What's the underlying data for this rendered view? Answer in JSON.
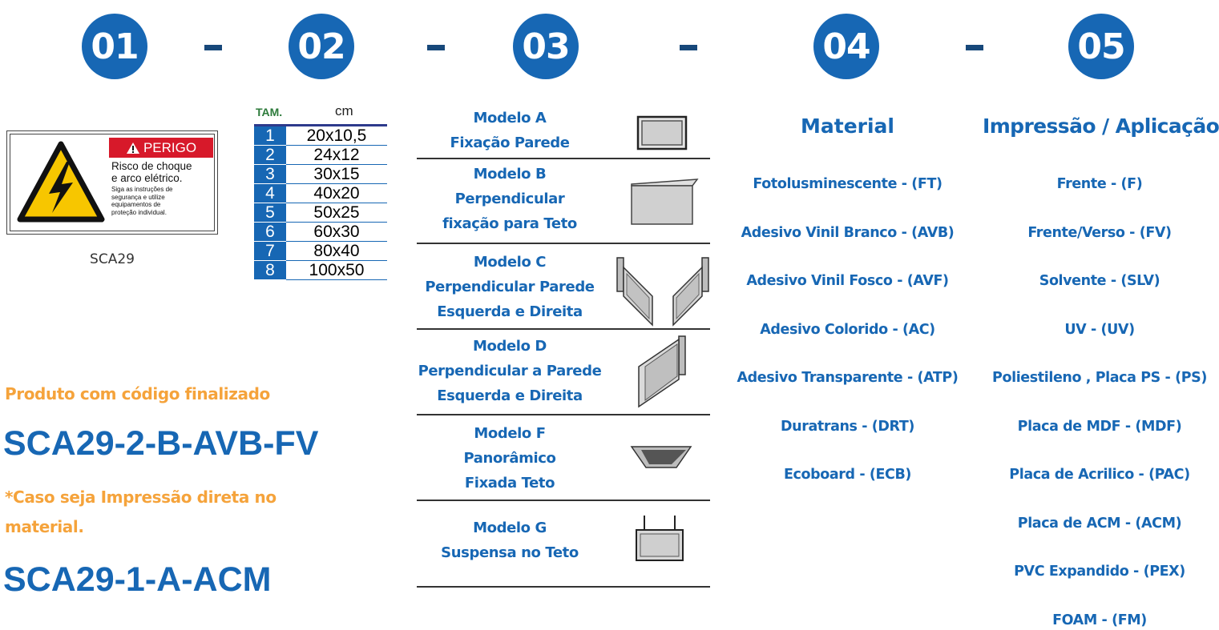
{
  "steps": [
    "01",
    "02",
    "03",
    "04",
    "05"
  ],
  "separator": "-",
  "sign": {
    "header": "PERIGO",
    "line1": "Risco de choque",
    "line2": "e arco elétrico.",
    "small1": "Siga as instruções de",
    "small2": "segurança e utilize",
    "small3": "equipamentos de",
    "small4": "proteção individual.",
    "code": "SCA29",
    "colors": {
      "red": "#d7192a",
      "yellow": "#f7c600",
      "accent": "#1767b4"
    }
  },
  "sizes": {
    "header_tam": "TAM.",
    "header_unit": "cm",
    "rows": [
      {
        "n": "1",
        "v": "20x10,5"
      },
      {
        "n": "2",
        "v": "24x12"
      },
      {
        "n": "3",
        "v": "30x15"
      },
      {
        "n": "4",
        "v": "40x20"
      },
      {
        "n": "5",
        "v": "50x25"
      },
      {
        "n": "6",
        "v": "60x30"
      },
      {
        "n": "7",
        "v": "80x40"
      },
      {
        "n": "8",
        "v": "100x50"
      }
    ]
  },
  "models": [
    {
      "lines": [
        "Modelo A",
        "Fixação  Parede"
      ],
      "icon": "wall-frame-icon"
    },
    {
      "lines": [
        "Modelo B",
        "Perpendicular",
        "fixação para Teto"
      ],
      "icon": "ceiling-mount-icon"
    },
    {
      "lines": [
        "Modelo C",
        "Perpendicular  Parede",
        "Esquerda e Direita"
      ],
      "icon": "left-right-wall-icon"
    },
    {
      "lines": [
        "Modelo D",
        "Perpendicular a Parede",
        "Esquerda e Direita"
      ],
      "icon": "perpendicular-wall-icon"
    },
    {
      "lines": [
        "Modelo F",
        "Panorâmico",
        "Fixada Teto"
      ],
      "icon": "panoramic-icon"
    },
    {
      "lines": [
        "Modelo G",
        "Suspensa  no Teto"
      ],
      "icon": "suspended-icon"
    }
  ],
  "material": {
    "title": "Material",
    "items": [
      "Fotolusminescente - (FT)",
      "Adesivo Vinil Branco - (AVB)",
      "Adesivo Vinil Fosco - (AVF)",
      "Adesivo Colorido - (AC)",
      "Adesivo Transparente - (ATP)",
      "Duratrans - (DRT)",
      "Ecoboard - (ECB)"
    ]
  },
  "print": {
    "title": "Impressão / Aplicação",
    "items": [
      "Frente - (F)",
      "Frente/Verso - (FV)",
      "Solvente - (SLV)",
      "UV - (UV)",
      "Poliestileno , Placa PS - (PS)",
      "Placa de MDF - (MDF)",
      "Placa de Acrilico - (PAC)",
      "Placa de ACM - (ACM)",
      "PVC Expandido - (PEX)",
      "FOAM - (FM)"
    ]
  },
  "final": {
    "label": "Produto com código finalizado",
    "code1": "SCA29-2-B-AVB-FV",
    "note_line1": "*Caso seja Impressão direta no",
    "note_line2": "material.",
    "code2": "SCA29-1-A-ACM"
  }
}
